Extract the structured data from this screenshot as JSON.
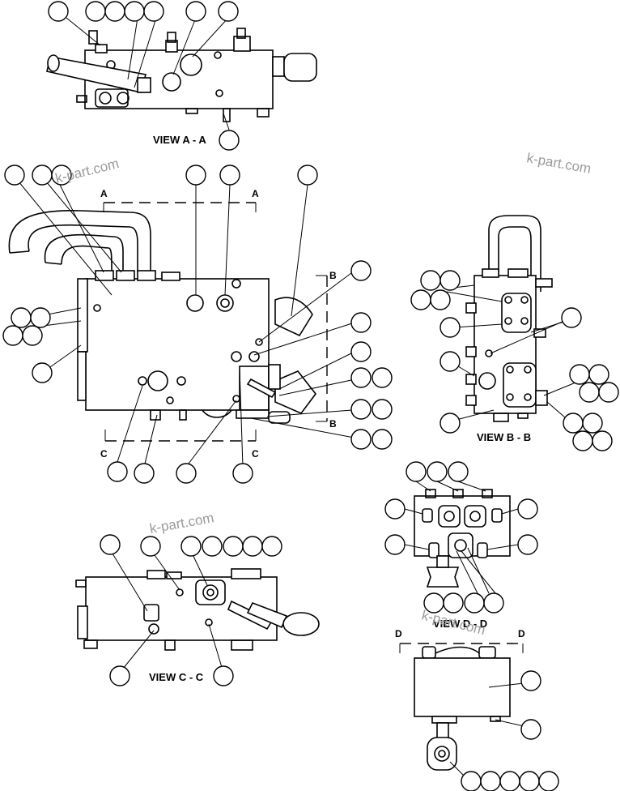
{
  "views": {
    "a": "VIEW A - A",
    "b": "VIEW B - B",
    "c": "VIEW C - C",
    "d": "VIEW D - D"
  },
  "section_markers": {
    "a": "A",
    "b": "B",
    "c": "C",
    "d": "D"
  },
  "watermarks": [
    "k-part.com",
    "k-part.com",
    "k-part.com",
    "k-part.com"
  ],
  "colors": {
    "line": "#000000",
    "watermark": "#9a9a9a",
    "background": "#ffffff"
  }
}
